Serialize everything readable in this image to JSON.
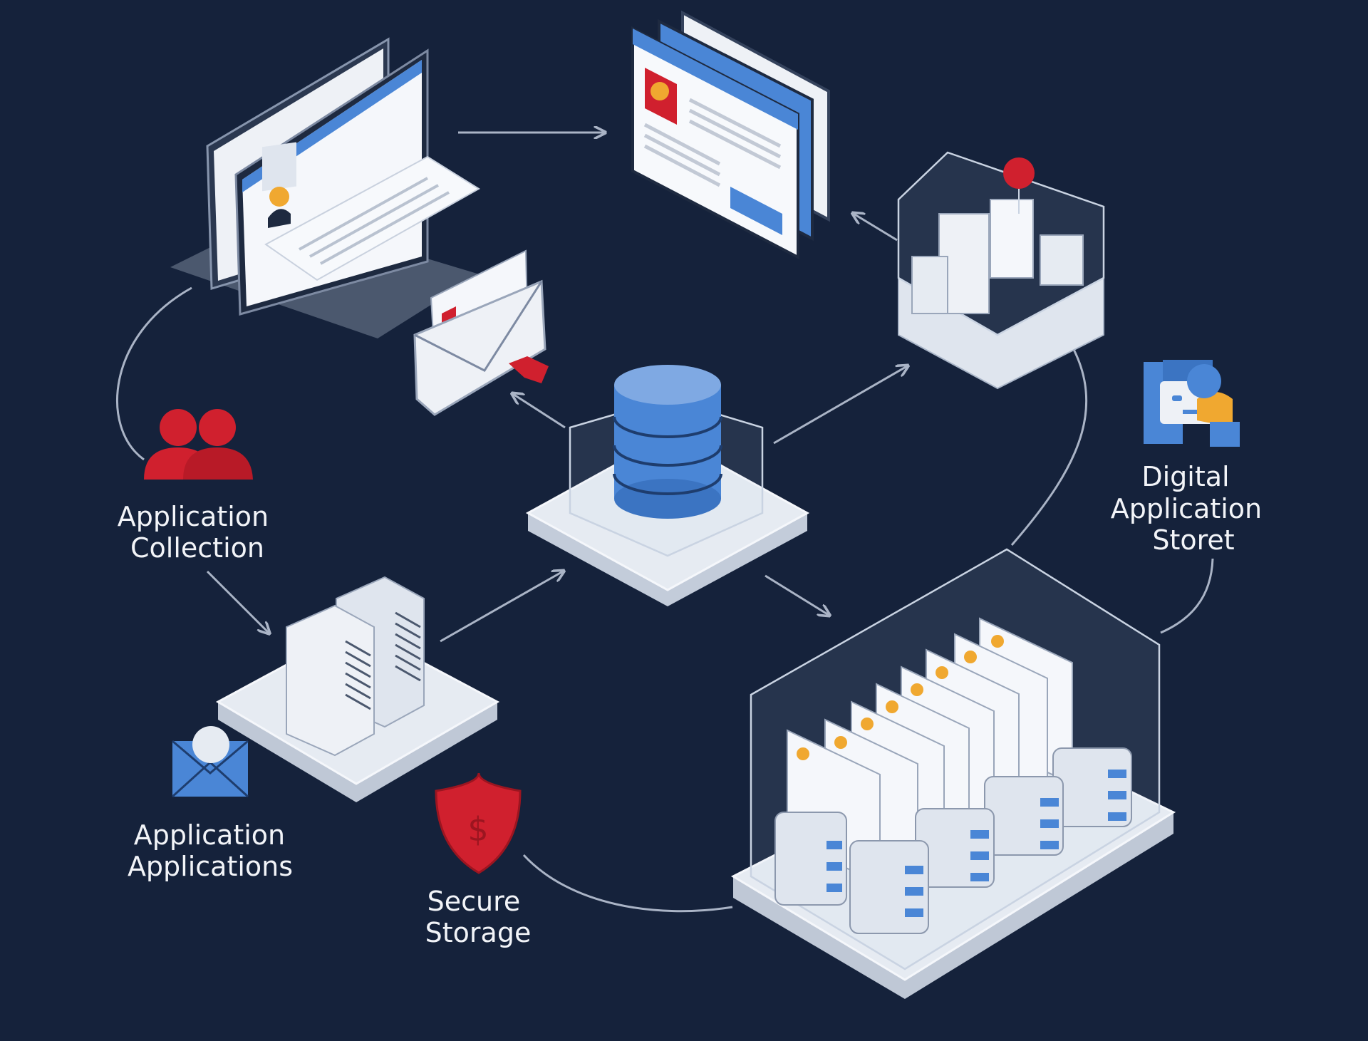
{
  "labels": {
    "application_collection": [
      "Application",
      "Collection"
    ],
    "application_applications": [
      "Application",
      "Applications"
    ],
    "secure_storage": [
      "Secure",
      "Storage"
    ],
    "digital_application_store": [
      "Digital",
      "Application",
      "Storet"
    ]
  },
  "icons": {
    "laptop": "laptop-with-application-form-icon",
    "browser_windows": "stacked-application-windows-icon",
    "archive_box": "document-archive-box-icon",
    "database": "central-database-icon",
    "envelope": "application-envelope-icon",
    "people": "people-group-icon",
    "servers": "server-rack-icon",
    "mail": "blue-mail-icon",
    "shield": "security-shield-dollar-icon",
    "storage": "application-storage-vault-icon",
    "store": "digital-store-icon"
  },
  "colors": {
    "background": "#15223b",
    "accent_blue": "#4a86d6",
    "accent_red": "#d0202e",
    "accent_yellow": "#f0a830",
    "light_surface": "#dfe5ee",
    "text": "#f2f4f8"
  }
}
